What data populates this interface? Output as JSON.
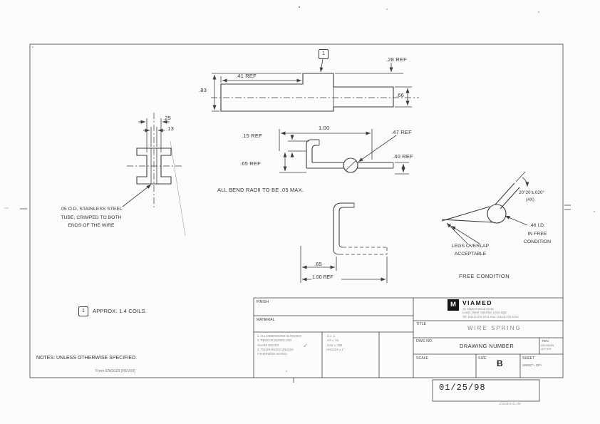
{
  "drawing": {
    "view_top": {
      "balloon": "1",
      "dim_28": ".28 REF",
      "dim_41": ".41 REF",
      "dim_83": ".83",
      "dim_66": ".66"
    },
    "view_mid": {
      "dim_100": "1.00",
      "dim_15": ".15 REF",
      "dim_47": ".47 REF",
      "dim_40": ".40 REF",
      "dim_65": ".65 REF",
      "bend_note": "ALL BEND RADII TO BE .05 MAX."
    },
    "view_bottom": {
      "dim_65": ".65",
      "dim_100": "1.00 REF"
    },
    "tube_detail": {
      "dim_25": ".25",
      "dim_13": ".13",
      "note": [
        ".05 O.D. STAINLESS STEEL",
        "TUBE, CRIMPED TO BOTH",
        "ENDS OF THE WIRE"
      ]
    },
    "free_view": {
      "angle": "20°20'±.020°",
      "angle_qty": "(4X)",
      "id_note": [
        ".46 I.D.",
        "IN FREE",
        "CONDITION"
      ],
      "legs_note": [
        "LEGS OVERLAP",
        "ACCEPTABLE"
      ],
      "caption": "FREE CONDITION"
    },
    "notes": {
      "coils_balloon": "1",
      "coils": "APPROX. 1.4 COILS.",
      "header": "NOTES: UNLESS OTHERWISE SPECIFIED.",
      "form": "Form ENG023 (REV93)"
    }
  },
  "title_block": {
    "finish_label": "FINISH",
    "material_label": "MATERIAL",
    "tol_left": [
      "1. ALL DIMENSIONS IN INCHES",
      "2. REMOVE BURRS AND",
      "    SHARP EDGES",
      "3. TOLERANCES UNLESS",
      "    OTHERWISE NOTED:"
    ],
    "tol_mid": [
      ".X ± .1",
      ".XX ± .01",
      ".XXX ± .005",
      "ANGLES ± 1°"
    ],
    "check_mark": "✓",
    "company": {
      "logo": "M",
      "name": "VIAMED",
      "address": [
        "15 Clayton Wood Close",
        "Leeds, West Yorkshire LS16 6QE",
        "Tel: (0113) 275 5711  Fax: (0113) 275 5722"
      ]
    },
    "title_label": "TITLE",
    "title_value": "WIRE SPRING",
    "dwg_label": "DWG NO.",
    "dwg_value": "DRAWING NUMBER",
    "rev_label": "REV.",
    "rev_value": "REVISION LETTER",
    "scale_label": "SCALE",
    "size_label": "SIZE",
    "size_value": "B",
    "sheet_label": "SHEET",
    "sheet_value": "SHEET+ OF+"
  },
  "stamp": {
    "date": "01/25/98",
    "print_info": "1/25/98  9:41 AM"
  }
}
